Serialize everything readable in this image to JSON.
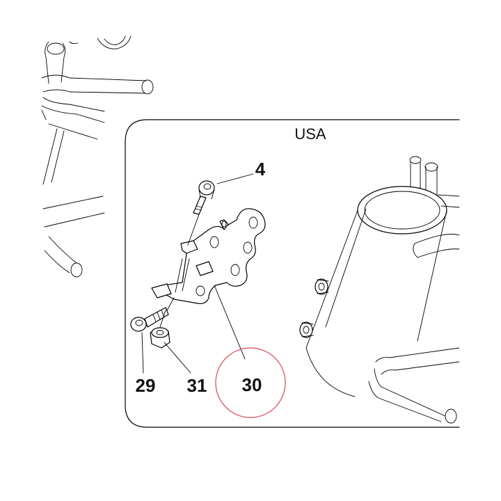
{
  "diagram": {
    "region_label": "USA",
    "callouts": {
      "bolt_top": "4",
      "bolt_bottom": "29",
      "nut": "31",
      "bracket": "30"
    },
    "highlight_color": "#d9606a"
  }
}
